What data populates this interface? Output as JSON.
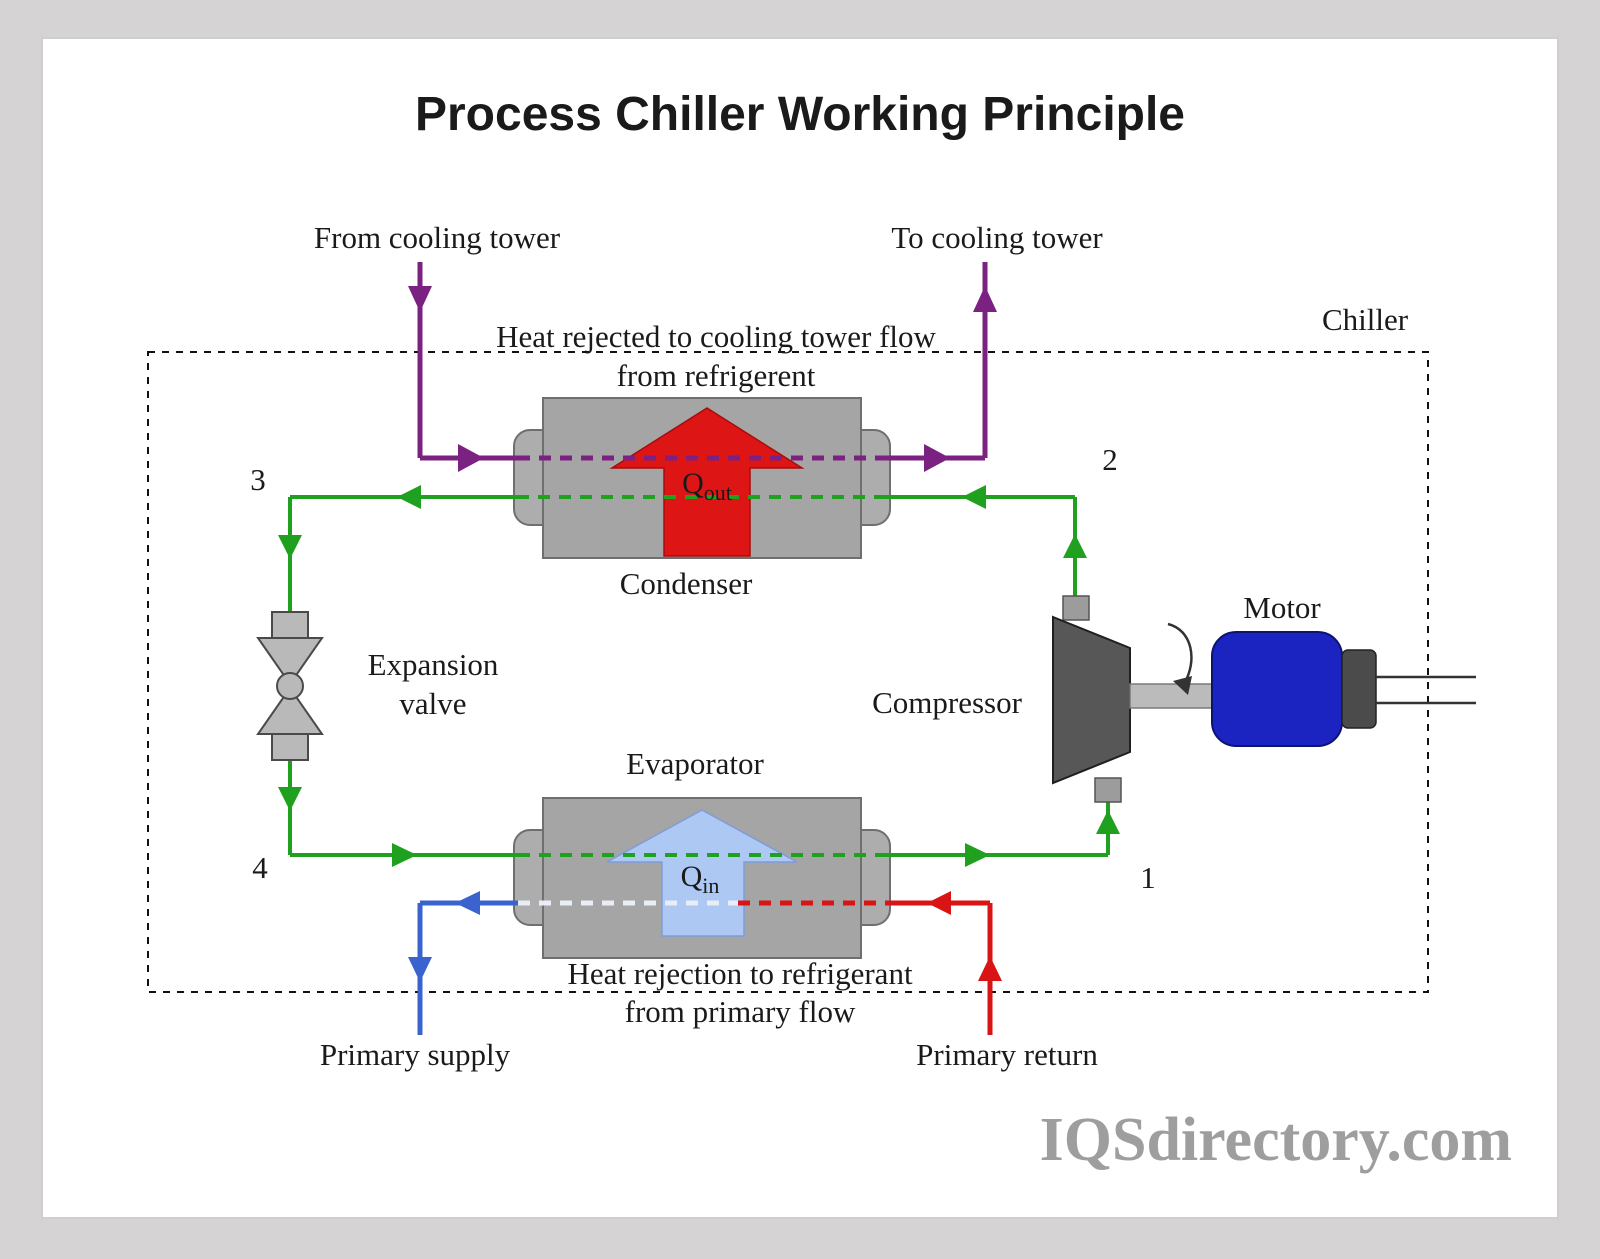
{
  "title": "Process Chiller Working Principle",
  "watermark": "IQSdirectory.com",
  "labels": {
    "from_cooling_tower": "From cooling tower",
    "to_cooling_tower": "To cooling tower",
    "chiller": "Chiller",
    "condenser": "Condenser",
    "evaporator": "Evaporator",
    "compressor": "Compressor",
    "motor": "Motor",
    "expansion_valve_line1": "Expansion",
    "expansion_valve_line2": "valve",
    "primary_supply": "Primary supply",
    "primary_return": "Primary return"
  },
  "annotations": {
    "heat_rejected_line1": "Heat rejected to cooling tower flow",
    "heat_rejected_line2": "from refrigerent",
    "heat_rejection_line1": "Heat rejection to refrigerant",
    "heat_rejection_line2": "from primary flow",
    "q_out_symbol": "Q",
    "q_out_subscript": "out",
    "q_in_symbol": "Q",
    "q_in_subscript": "in"
  },
  "state_points": {
    "p1": "1",
    "p2": "2",
    "p3": "3",
    "p4": "4"
  },
  "colors": {
    "refrigerant_line": "#1FA11F",
    "cooling_tower_line": "#7B2182",
    "primary_supply_line": "#3A63CE",
    "primary_return_line": "#D91414",
    "primary_supply_dash_pale": "#E9EDF5",
    "heat_out_arrow": "#DE1515",
    "heat_in_arrow": "#ADC8F3",
    "motor_body": "#1B23C0",
    "exchanger_block": "#A5A5A5",
    "exchanger_cap": "#ADADAD",
    "compressor_body": "#575757",
    "valve_body": "#B9B9B9",
    "shaft": "#BBBBBB",
    "watermark": "#9E9E9E",
    "frame": "#D5D3D3",
    "diagram_text": "#1A1A1A"
  }
}
